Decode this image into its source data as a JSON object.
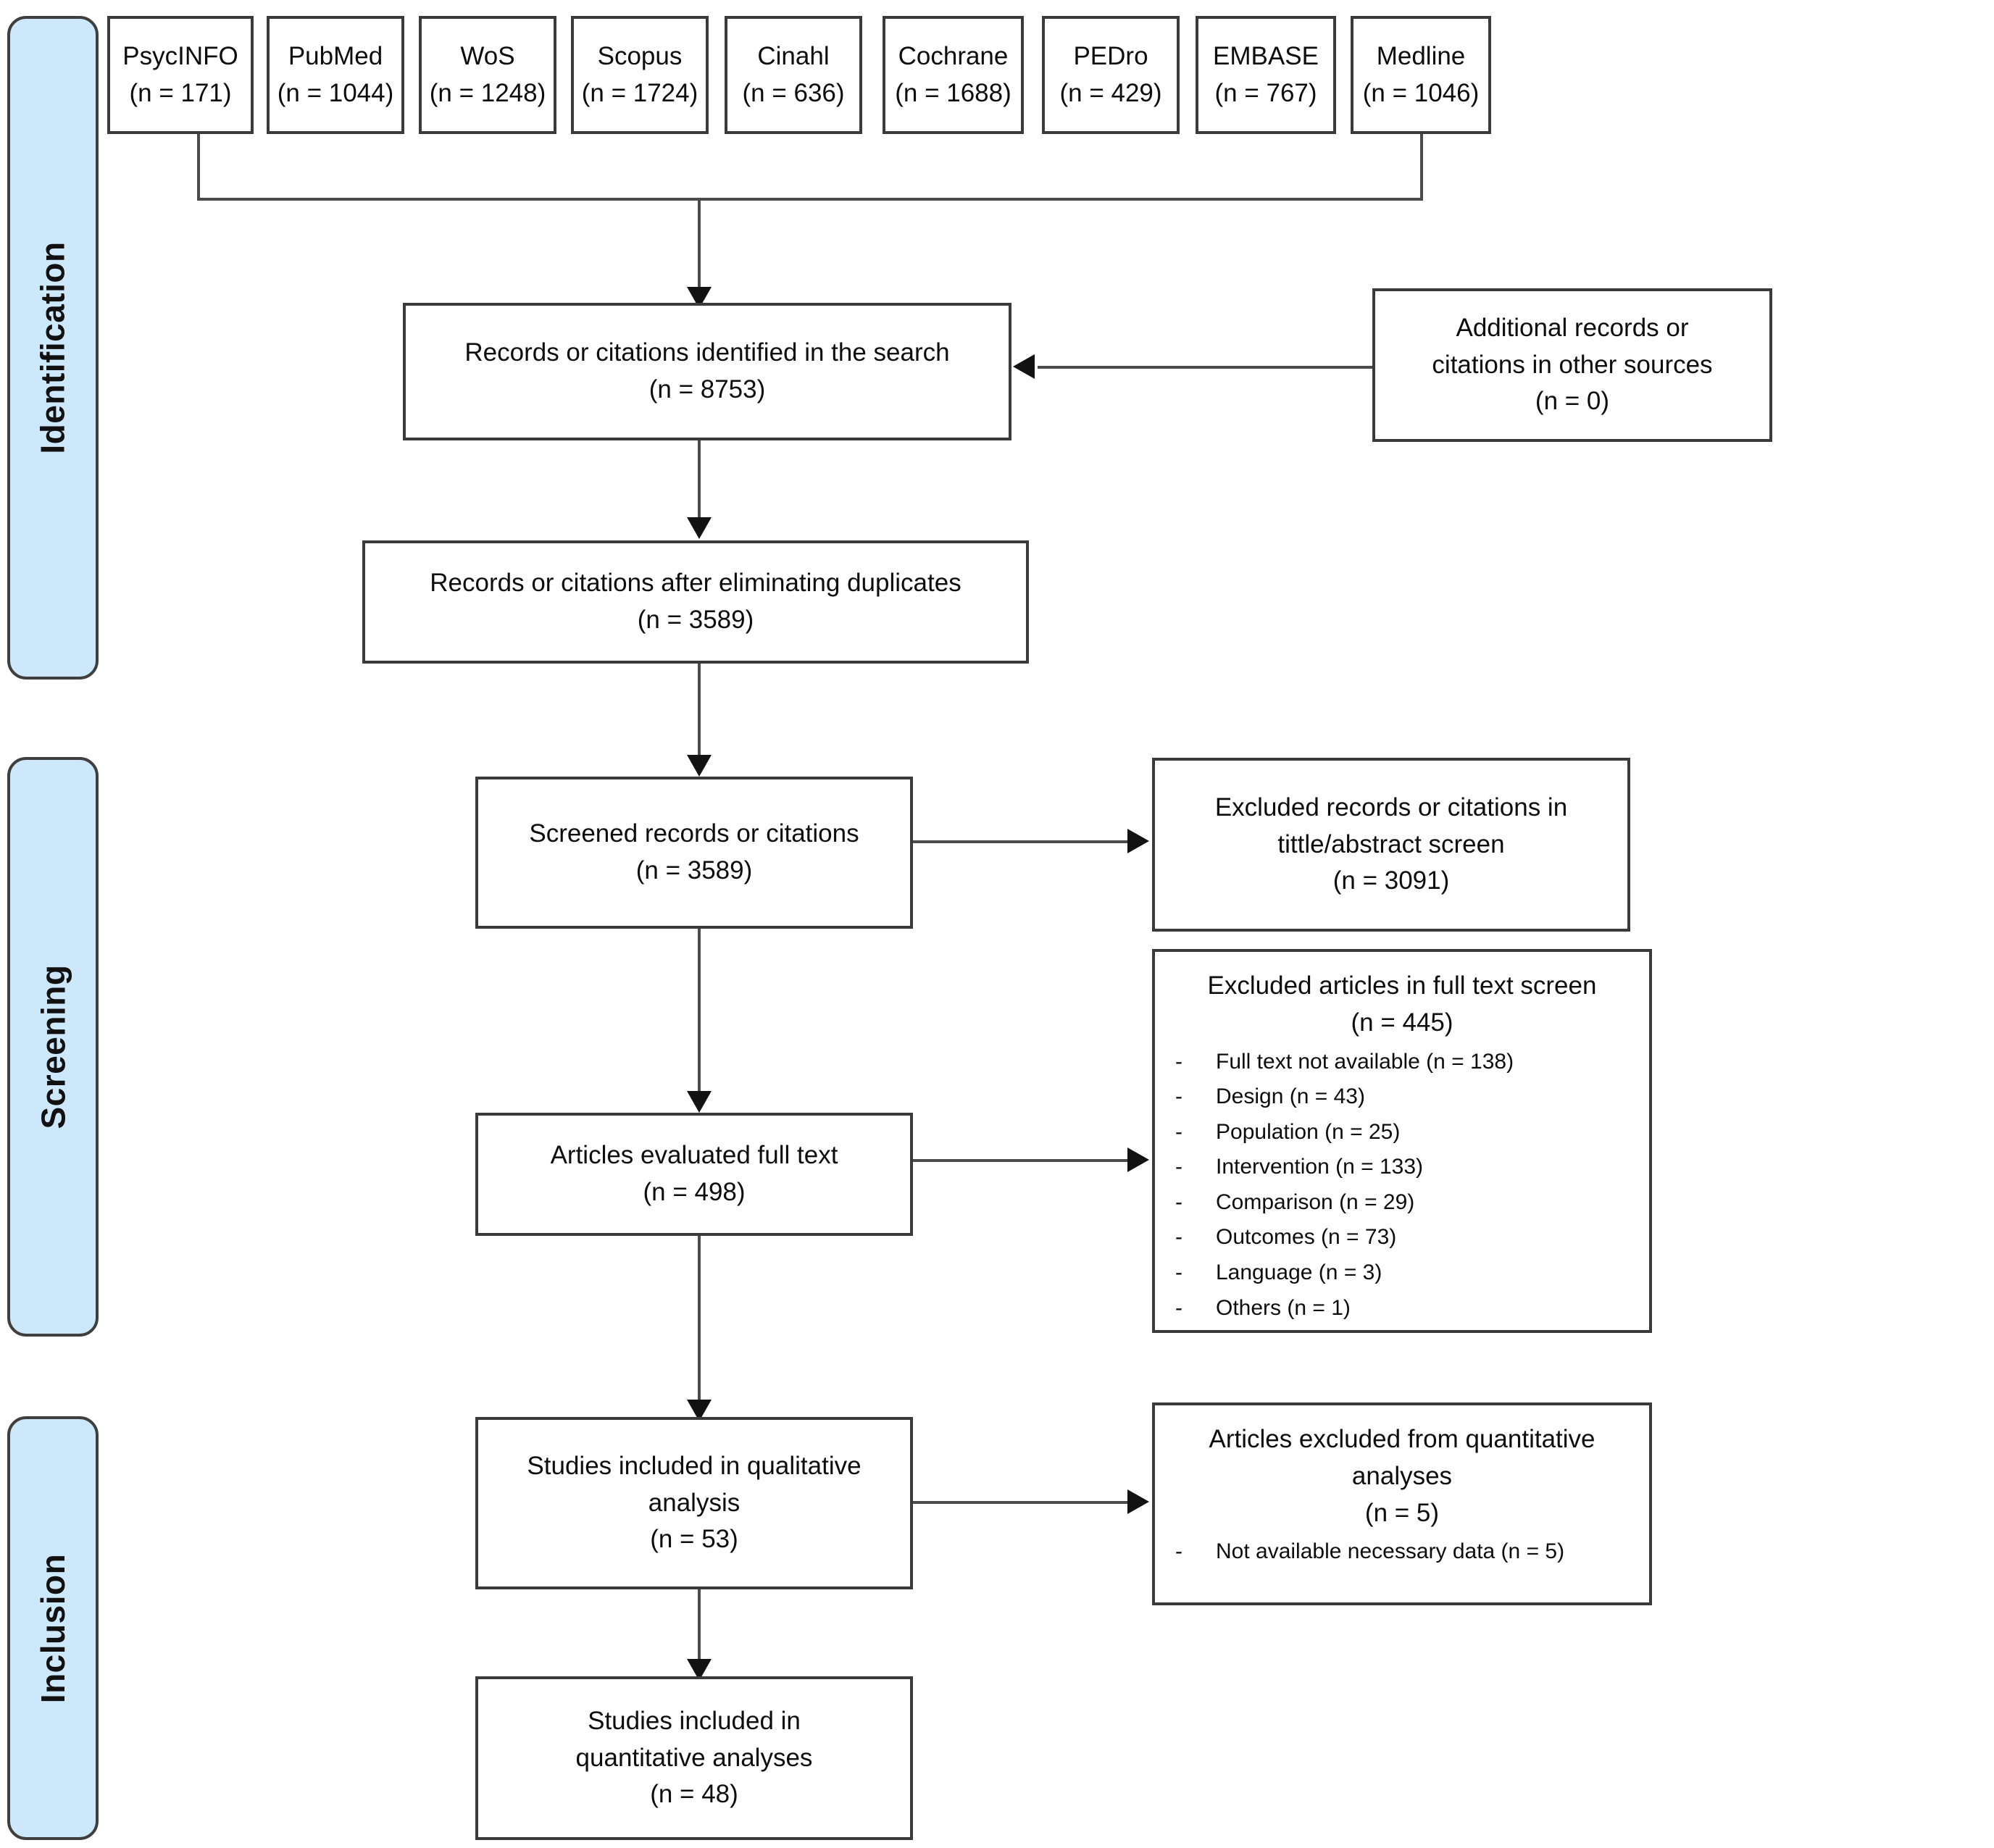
{
  "diagram": {
    "title": "PRISMA study selection flow diagram",
    "accent_blue": "#cde8fa",
    "border_color": "#3a3a3a"
  },
  "stages": [
    {
      "id": "identification",
      "label": "Identification"
    },
    {
      "id": "screening",
      "label": "Screening"
    },
    {
      "id": "inclusion",
      "label": "Inclusion"
    }
  ],
  "databases": [
    {
      "name": "PsycINFO",
      "count": "(n = 171)"
    },
    {
      "name": "PubMed",
      "count": "(n = 1044)"
    },
    {
      "name": "WoS",
      "count": "(n = 1248)"
    },
    {
      "name": "Scopus",
      "count": "(n = 1724)"
    },
    {
      "name": "Cinahl",
      "count": "(n = 636)"
    },
    {
      "name": "Cochrane",
      "count": "(n = 1688)"
    },
    {
      "name": "PEDro",
      "count": "(n = 429)"
    },
    {
      "name": "EMBASE",
      "count": "(n = 767)"
    },
    {
      "name": "Medline",
      "count": "(n = 1046)"
    }
  ],
  "boxes": {
    "identified": {
      "line1": "Records or citations identified in the search",
      "line2": "(n = 8753)"
    },
    "additional_sources": {
      "line1": "Additional records or",
      "line2": "citations in other sources",
      "line3": "(n = 0)"
    },
    "after_duplicates": {
      "line1": "Records or citations after eliminating duplicates",
      "line2": "(n = 3589)"
    },
    "screened": {
      "line1": "Screened records or citations",
      "line2": "(n = 3589)"
    },
    "excluded_title_abstract": {
      "line1": "Excluded records or citations in",
      "line2": "tittle/abstract screen",
      "line3": "(n = 3091)"
    },
    "full_text_evaluated": {
      "line1": "Articles evaluated full text",
      "line2": "(n = 498)"
    },
    "excluded_full_text": {
      "line1": "Excluded articles in full text screen",
      "line2": "(n = 445)",
      "dash": "-",
      "reasons": [
        "Full text not available (n = 138)",
        "Design (n = 43)",
        "Population (n = 25)",
        "Intervention (n = 133)",
        "Comparison (n = 29)",
        "Outcomes (n = 73)",
        "Language (n = 3)",
        "Others (n = 1)"
      ]
    },
    "qualitative": {
      "line1": "Studies included in qualitative",
      "line2": "analysis",
      "line3": "(n = 53)"
    },
    "excluded_quantitative": {
      "line1": "Articles excluded from quantitative",
      "line2": "analyses",
      "line3": "(n = 5)",
      "dash": "-",
      "reasons": [
        "Not available necessary data (n = 5)"
      ]
    },
    "quantitative": {
      "line1": "Studies included in",
      "line2": "quantitative analyses",
      "line3": "(n = 48)"
    }
  }
}
